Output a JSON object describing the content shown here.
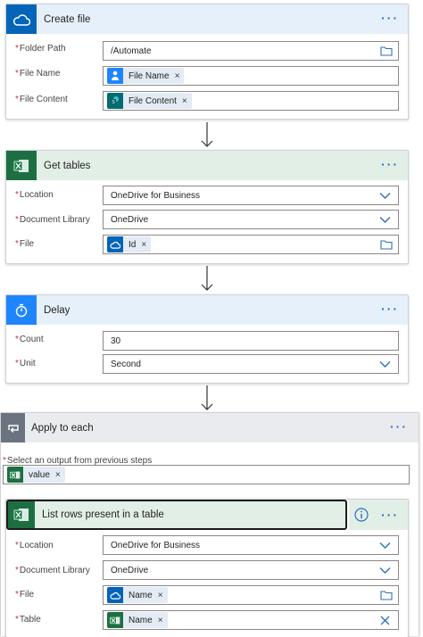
{
  "create_file": {
    "title": "Create file",
    "folder_path": {
      "label": "Folder Path",
      "value": "/Automate"
    },
    "file_name": {
      "label": "File Name",
      "token": "File Name"
    },
    "file_content": {
      "label": "File Content",
      "token": "File Content"
    }
  },
  "get_tables": {
    "title": "Get tables",
    "location": {
      "label": "Location",
      "value": "OneDrive for Business"
    },
    "document_library": {
      "label": "Document Library",
      "value": "OneDrive"
    },
    "file": {
      "label": "File",
      "token": "Id"
    }
  },
  "delay": {
    "title": "Delay",
    "count": {
      "label": "Count",
      "value": "30"
    },
    "unit": {
      "label": "Unit",
      "value": "Second"
    }
  },
  "apply_to_each": {
    "title": "Apply to each",
    "select_output_label": "Select an output from previous steps",
    "token": "value"
  },
  "list_rows": {
    "title": "List rows present in a table",
    "location": {
      "label": "Location",
      "value": "OneDrive for Business"
    },
    "document_library": {
      "label": "Document Library",
      "value": "OneDrive"
    },
    "file": {
      "label": "File",
      "token": "Name"
    },
    "table": {
      "label": "Table",
      "token": "Name"
    }
  },
  "common": {
    "required_mark": "*",
    "remove_glyph": "×",
    "more_glyph": "···"
  },
  "colors": {
    "onedrive_blue": "#0364b8",
    "excel_green": "#1d6f42",
    "delay_blue": "#1f85ff",
    "loop_gray": "#6b7380",
    "header_onedrive": "#e6f0fb",
    "header_excel": "#e2efe7",
    "header_loop": "#e9ebee"
  },
  "icons": [
    "cloud-icon",
    "excel-icon",
    "timer-icon",
    "loop-icon",
    "person-icon",
    "sharepoint-icon",
    "folder-icon",
    "chevron-down-icon",
    "info-icon",
    "close-icon",
    "down-arrow-icon"
  ]
}
